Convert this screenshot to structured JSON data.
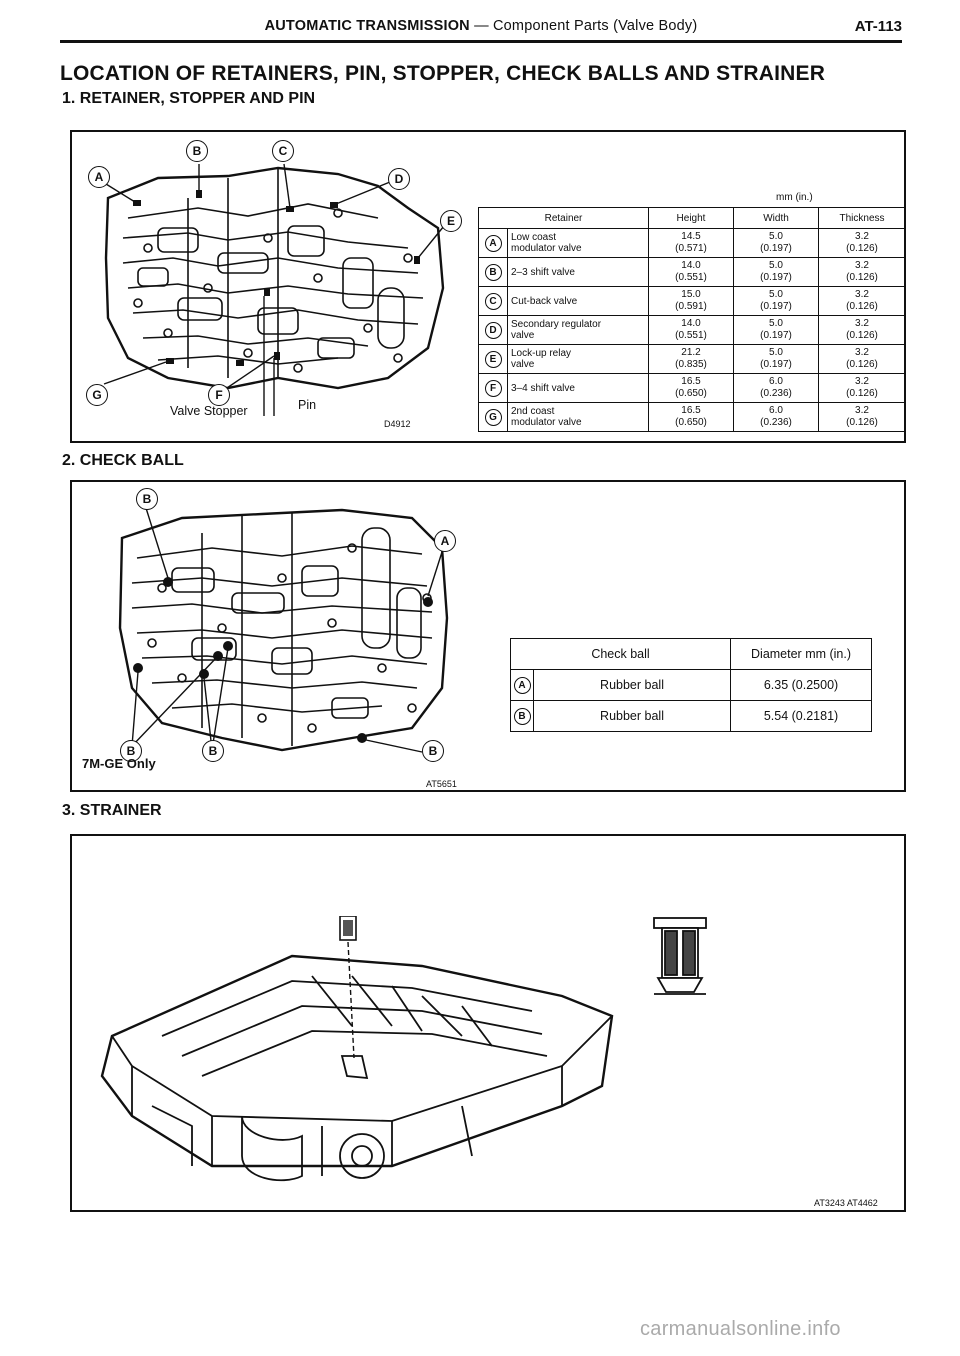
{
  "header": {
    "title_bold": "AUTOMATIC TRANSMISSION",
    "title_rest": " — Component Parts (Valve Body)",
    "page": "AT-113"
  },
  "title": "LOCATION OF RETAINERS, PIN, STOPPER, CHECK BALLS AND STRAINER",
  "section1": {
    "heading": "1.   RETAINER, STOPPER AND PIN",
    "unit": "mm (in.)",
    "figure_code": "D4912",
    "callouts": [
      "A",
      "B",
      "C",
      "D",
      "E",
      "F",
      "G"
    ],
    "label_valve_stopper": "Valve Stopper",
    "label_pin": "Pin",
    "columns": [
      "Retainer",
      "Height",
      "Width",
      "Thickness"
    ],
    "rows": [
      {
        "letter": "A",
        "name_1": "Low coast",
        "name_2": "modulator valve",
        "h1": "14.5",
        "h2": "(0.571)",
        "w1": "5.0",
        "w2": "(0.197)",
        "t1": "3.2",
        "t2": "(0.126)"
      },
      {
        "letter": "B",
        "name_1": "2–3 shift valve",
        "name_2": "",
        "h1": "14.0",
        "h2": "(0.551)",
        "w1": "5.0",
        "w2": "(0.197)",
        "t1": "3.2",
        "t2": "(0.126)"
      },
      {
        "letter": "C",
        "name_1": "Cut-back valve",
        "name_2": "",
        "h1": "15.0",
        "h2": "(0.591)",
        "w1": "5.0",
        "w2": "(0.197)",
        "t1": "3.2",
        "t2": "(0.126)"
      },
      {
        "letter": "D",
        "name_1": "Secondary regulator",
        "name_2": "valve",
        "h1": "14.0",
        "h2": "(0.551)",
        "w1": "5.0",
        "w2": "(0.197)",
        "t1": "3.2",
        "t2": "(0.126)"
      },
      {
        "letter": "E",
        "name_1": "Lock-up relay",
        "name_2": "valve",
        "h1": "21.2",
        "h2": "(0.835)",
        "w1": "5.0",
        "w2": "(0.197)",
        "t1": "3.2",
        "t2": "(0.126)"
      },
      {
        "letter": "F",
        "name_1": "3–4 shift valve",
        "name_2": "",
        "h1": "16.5",
        "h2": "(0.650)",
        "w1": "6.0",
        "w2": "(0.236)",
        "t1": "3.2",
        "t2": "(0.126)"
      },
      {
        "letter": "G",
        "name_1": "2nd coast",
        "name_2": "modulator valve",
        "h1": "16.5",
        "h2": "(0.650)",
        "w1": "6.0",
        "w2": "(0.236)",
        "t1": "3.2",
        "t2": "(0.126)"
      }
    ]
  },
  "section2": {
    "heading": "2.   CHECK BALL",
    "figure_code": "AT5651",
    "label_7mge": "7M-GE Only",
    "callouts": [
      "A",
      "B",
      "B",
      "B",
      "B"
    ],
    "columns": [
      "Check ball",
      "Diameter    mm (in.)"
    ],
    "rows": [
      {
        "letter": "A",
        "name": "Rubber ball",
        "dia": "6.35  (0.2500)"
      },
      {
        "letter": "B",
        "name": "Rubber ball",
        "dia": "5.54  (0.2181)"
      }
    ]
  },
  "section3": {
    "heading": "3.   STRAINER",
    "figure_code": "AT3243 AT4462"
  },
  "footer": {
    "watermark": "carmanualsonline.info"
  }
}
